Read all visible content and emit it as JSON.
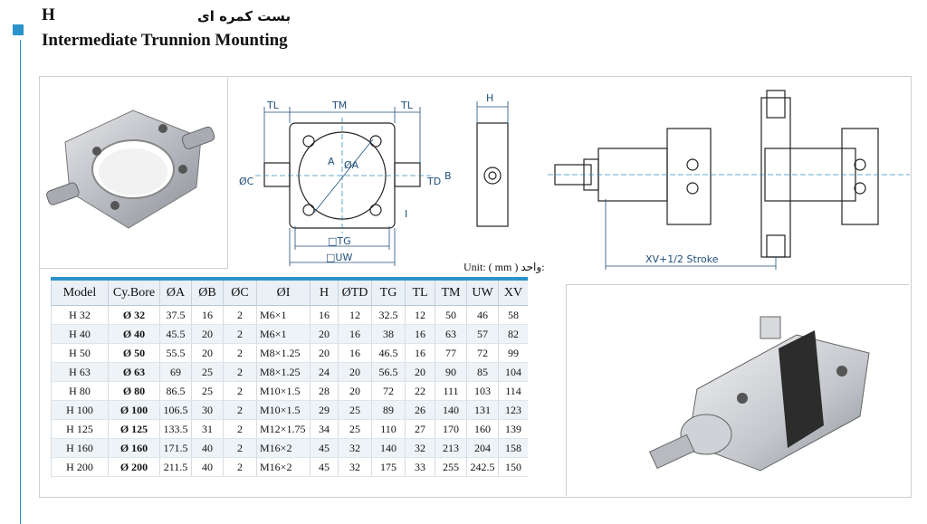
{
  "header": {
    "code": "H",
    "title_fa": "بست کمره ای",
    "title_en": "Intermediate Trunnion Mounting"
  },
  "colors": {
    "accent": "#2b93c9",
    "dimension": "#1f4f7a"
  },
  "drawing_labels": {
    "tl_left": "TL",
    "tm": "TM",
    "tl_right": "TL",
    "h": "H",
    "oc": "ØC",
    "a": "A",
    "oa": "ØA",
    "td": "TD",
    "b": "B",
    "i": "I",
    "tg": "□TG",
    "uw": "□UW",
    "xv_stroke": "XV+1/2 Stroke"
  },
  "unit_label": "Unit: ( mm ) واحد:",
  "table": {
    "headers": [
      "Model",
      "Cy.Bore",
      "ØA",
      "ØB",
      "ØC",
      "ØI",
      "H",
      "ØTD",
      "TG",
      "TL",
      "TM",
      "UW",
      "XV"
    ],
    "rows": [
      [
        "H 32",
        "Ø 32",
        "37.5",
        "16",
        "2",
        "M6×1",
        "16",
        "12",
        "32.5",
        "12",
        "50",
        "46",
        "58"
      ],
      [
        "H 40",
        "Ø 40",
        "45.5",
        "20",
        "2",
        "M6×1",
        "20",
        "16",
        "38",
        "16",
        "63",
        "57",
        "82"
      ],
      [
        "H 50",
        "Ø 50",
        "55.5",
        "20",
        "2",
        "M8×1.25",
        "20",
        "16",
        "46.5",
        "16",
        "77",
        "72",
        "99"
      ],
      [
        "H 63",
        "Ø 63",
        "69",
        "25",
        "2",
        "M8×1.25",
        "24",
        "20",
        "56.5",
        "20",
        "90",
        "85",
        "104"
      ],
      [
        "H 80",
        "Ø 80",
        "86.5",
        "25",
        "2",
        "M10×1.5",
        "28",
        "20",
        "72",
        "22",
        "111",
        "103",
        "114"
      ],
      [
        "H 100",
        "Ø 100",
        "106.5",
        "30",
        "2",
        "M10×1.5",
        "29",
        "25",
        "89",
        "26",
        "140",
        "131",
        "123"
      ],
      [
        "H 125",
        "Ø 125",
        "133.5",
        "31",
        "2",
        "M12×1.75",
        "34",
        "25",
        "110",
        "27",
        "170",
        "160",
        "139"
      ],
      [
        "H 160",
        "Ø 160",
        "171.5",
        "40",
        "2",
        "M16×2",
        "45",
        "32",
        "140",
        "32",
        "213",
        "204",
        "158"
      ],
      [
        "H 200",
        "Ø 200",
        "211.5",
        "40",
        "2",
        "M16×2",
        "45",
        "32",
        "175",
        "33",
        "255",
        "242.5",
        "150"
      ]
    ]
  }
}
